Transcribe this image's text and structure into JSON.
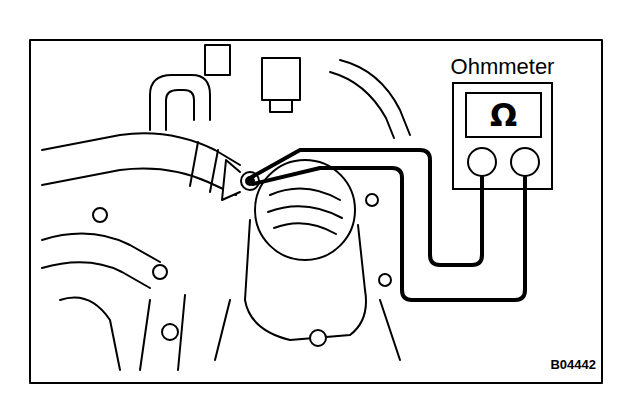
{
  "diagram": {
    "nodes": [
      {
        "text": [
          "Ohmmeter"
        ]
      },
      {
        "text": [
          "Ω"
        ],
        "in": 0
      }
    ],
    "labels": [
      "B04442"
    ]
  }
}
